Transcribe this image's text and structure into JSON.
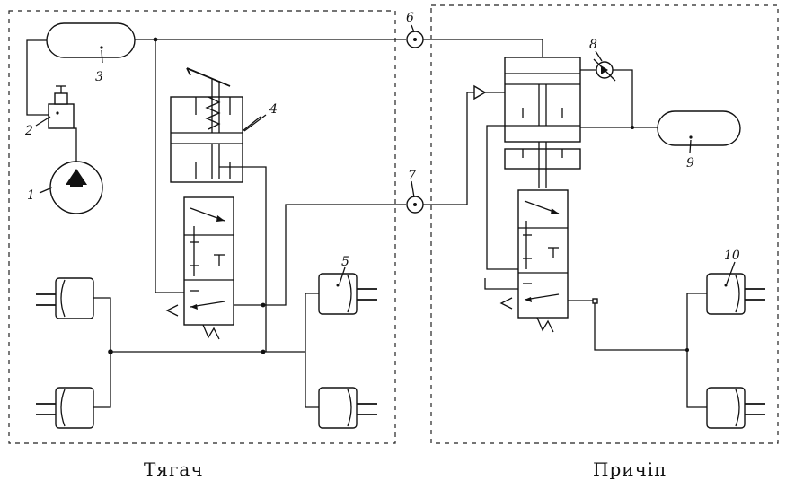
{
  "captions": {
    "tractor": "Тягач",
    "trailer": "Причіп"
  },
  "labels": {
    "n1": "1",
    "n2": "2",
    "n3": "3",
    "n4": "4",
    "n5": "5",
    "n6": "6",
    "n7": "7",
    "n8": "8",
    "n9": "9",
    "n10": "10"
  }
}
